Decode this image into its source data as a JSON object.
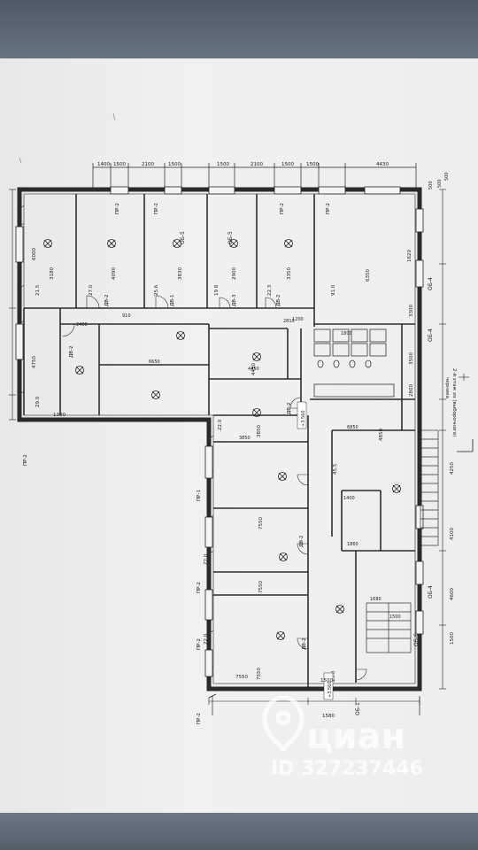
{
  "plan": {
    "top_dims": [
      "1400",
      "1500",
      "2100",
      "1500",
      "1500",
      "2100",
      "1500",
      "1500",
      "4430"
    ],
    "right_top_dims": [
      "500",
      "500",
      "500"
    ],
    "rooms": [
      {
        "area": "21.5",
        "width": "3180"
      },
      {
        "area": "27.0",
        "width": "4090"
      },
      {
        "area": "25.6",
        "width": "3830"
      },
      {
        "area": "19.8",
        "width": "2900"
      },
      {
        "area": "22.3",
        "width": "3350"
      },
      {
        "area": "91.0",
        "width": "6350"
      },
      {
        "area": "29.0",
        "width": "4450"
      },
      {
        "area": "22.0",
        "width": "3850"
      },
      {
        "area": "45.5",
        "width": "4850"
      },
      {
        "area": "22.0",
        "width": "7550"
      },
      {
        "area": "22.0",
        "width": "7550"
      },
      {
        "area": "23.0",
        "width": "7550"
      }
    ],
    "door_labels": [
      "ДВ-2",
      "ДВ-1",
      "ДВ-3",
      "ДВ-2",
      "ДВ-2",
      "ДВ-2",
      "ДВ-2",
      "ДВ-2"
    ],
    "window_labels": [
      "ОБ-5",
      "ОБ-5",
      "ОБ-4",
      "ОБ-4",
      "ОБ-4",
      "ОБ-6",
      "ОБ-1"
    ],
    "partition_labels": [
      "ПР-2",
      "ПР-2",
      "ПР-2",
      "ПР-2",
      "ПР-2",
      "ПР-1",
      "ПР-2",
      "ПР-2",
      "ПР-2"
    ],
    "level_marks": [
      "+3.560",
      "+3.560"
    ],
    "left_dims": [
      "6000",
      "4750",
      "1300"
    ],
    "right_dims": [
      "1620",
      "3300",
      "3500",
      "2800",
      "4250",
      "4100",
      "4600",
      "1500"
    ],
    "bottom_dims": [
      "7550",
      "1500",
      "1580"
    ],
    "misc_dims": [
      "1200",
      "1800",
      "910",
      "2400",
      "6650",
      "4450",
      "3850",
      "6850",
      "1860",
      "2810",
      "1500",
      "1680",
      "1400"
    ],
    "side_note": [
      "2-й этаж из (выборочного)",
      "черника"
    ]
  },
  "watermark": {
    "logo_text": "циан",
    "id_text": "ID 327237446"
  }
}
